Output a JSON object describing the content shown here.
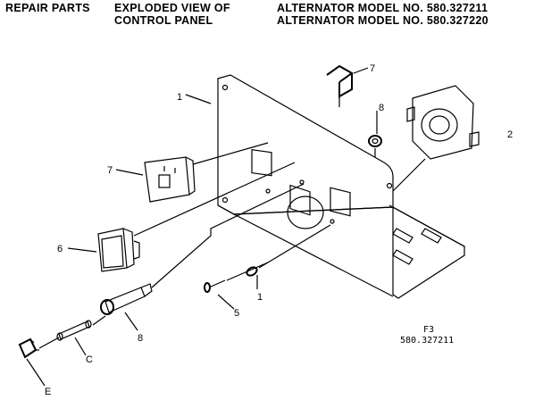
{
  "header": {
    "repair_parts": "REPAIR PARTS",
    "exploded_view_line1": "EXPLODED VIEW OF",
    "exploded_view_line2": "CONTROL PANEL",
    "model_line1": "ALTERNATOR MODEL NO. 580.327211",
    "model_line2": "ALTERNATOR MODEL NO. 580.327220"
  },
  "callouts": {
    "panel": "1",
    "bracket_clip": "7",
    "outlet_nut": "8",
    "twist_lock_receptacle": "2",
    "duplex_outlet": "7",
    "circuit_breaker": "6",
    "grommet": "1",
    "screw": "5",
    "fuse_holder": "8",
    "fuse": "C",
    "knob": "E"
  },
  "footer": {
    "figure": "F3",
    "model": "580.327211"
  }
}
